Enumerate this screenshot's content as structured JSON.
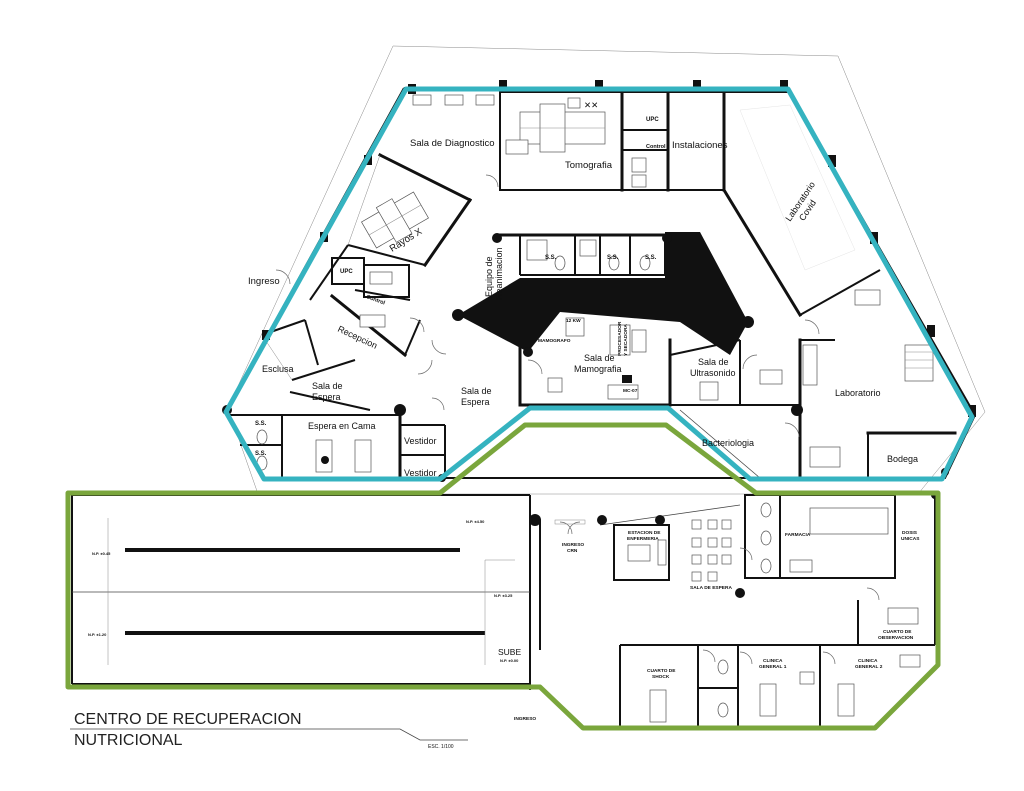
{
  "drawing": {
    "title_line1": "CENTRO DE RECUPERACION",
    "title_line2": "NUTRICIONAL",
    "scale": "ESC. 1/100"
  },
  "rooms": {
    "sala_diagnostico": "Sala de  Diagnostico",
    "tomografia": "Tomografia",
    "upc_top": "UPC",
    "control_top": "Control",
    "instalaciones": "Instalaciones",
    "laboratorio_covid_1": "Laboratorio",
    "laboratorio_covid_2": "Covid",
    "rayos_x": "Rayos X",
    "ingreso": "Ingreso",
    "upc_left": "UPC",
    "control_left": "Control",
    "recepcion": "Recepcion",
    "equipo_1": "Equipo de",
    "equipo_2": "Reanimacion",
    "ss_1": "S.S.",
    "ss_2": "S.S.",
    "ss_3": "S.S.",
    "esclusa": "Esclusa",
    "sala_espera_1a": "Sala de",
    "sala_espera_1b": "Espera",
    "sala_espera_2a": "Sala de",
    "sala_espera_2b": "Espera",
    "sala_mamografia_1": "Sala de",
    "sala_mamografia_2": "Mamografia",
    "mamografo": "MAMOGRAFO",
    "kw": "12 KW",
    "procesador_1": "PROCESADOR",
    "procesador_2": "Y SECADORA",
    "mc": "MC-07",
    "sala_ultrasonido_1": "Sala de",
    "sala_ultrasonido_2": "Ultrasonido",
    "laboratorio": "Laboratorio",
    "ss_4": "S.S.",
    "ss_5": "S.S.",
    "espera_en_cama": "Espera  en  Cama",
    "vestidor_1": "Vestidor",
    "vestidor_2": "Vestidor",
    "bacteriologia": "Bacteriologia",
    "bodega": "Bodega",
    "ingreso_crn_1": "INGRESO",
    "ingreso_crn_2": "CRN",
    "estacion_1": "ESTACION DE",
    "estacion_2": "ENFERMERIA",
    "farmacia": "FARMACIA",
    "dosis_1": "DOSIS",
    "dosis_2": "UNICAS",
    "sala_de_espera": "SALA DE ESPERA",
    "cuarto_obs_1": "CUARTO DE",
    "cuarto_obs_2": "OBSERVACION",
    "cuarto_shock_1": "CUARTO DE",
    "cuarto_shock_2": "SHOCK",
    "clinica1_1": "CLINICA",
    "clinica1_2": "GENERAL 1",
    "clinica2_1": "CLINICA",
    "clinica2_2": "GENERAL 2",
    "sube": "SUBE",
    "ingreso_bottom": "INGRESO"
  },
  "levels": {
    "npt_a": "N.P. ±4.50",
    "npt_b": "N.P. ±0.45",
    "npt_c": "N.P. ±3.25",
    "npt_d": "N.P. ±1.20",
    "npt_e": "N.P. ±0.00"
  },
  "colors": {
    "upper_block_outline": "#35b3c0",
    "lower_block_outline": "#7aa63c"
  }
}
